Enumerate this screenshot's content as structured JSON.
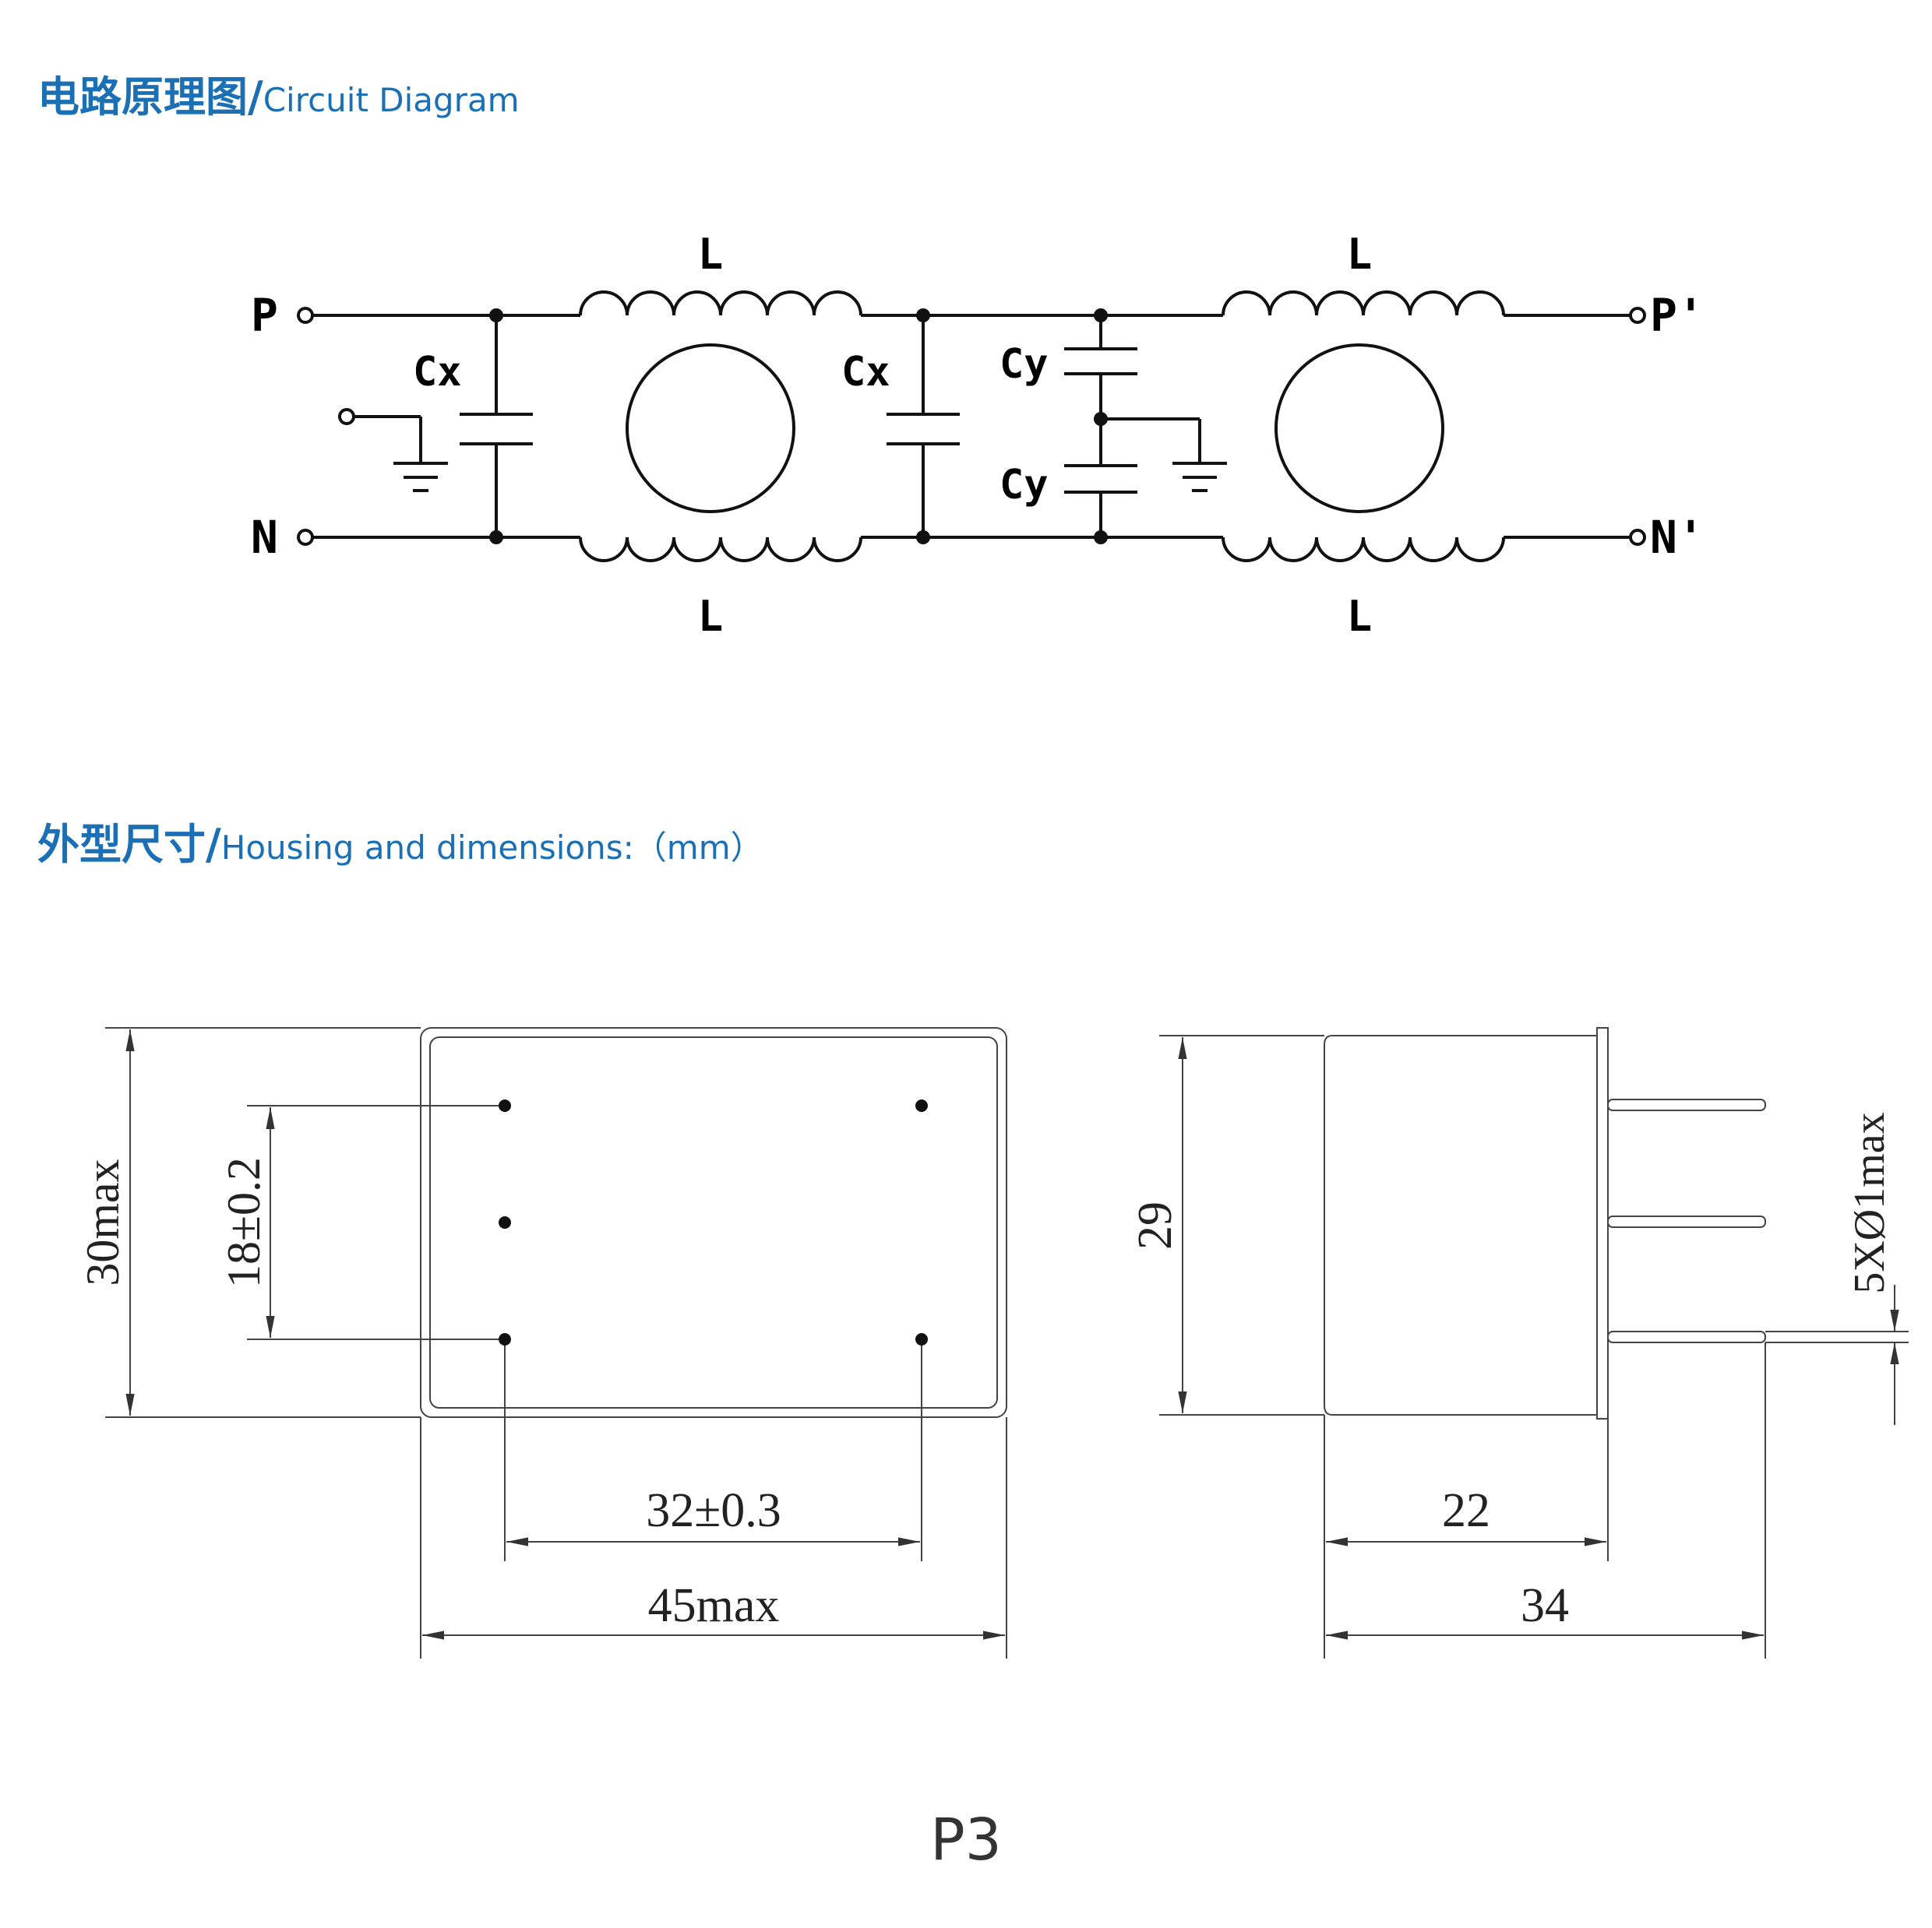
{
  "headings": {
    "circuit_zh": "电路原理图/",
    "circuit_en": "Circuit Diagram",
    "housing_zh": "外型尺寸/",
    "housing_en": "Housing and dimensions:（mm）"
  },
  "circuit": {
    "terminal_p": "P",
    "terminal_n": "N",
    "terminal_p_out": "P'",
    "terminal_n_out": "N'",
    "inductor": "L",
    "cap_x": "Cx",
    "cap_y": "Cy"
  },
  "dimensions": {
    "height_front": "30max",
    "pin_spacing_vertical": "18±0.2",
    "pin_spacing_horizontal": "32±0.3",
    "width_front": "45max",
    "height_side": "29",
    "pins": "5XØ1max",
    "body_depth": "22",
    "overall_depth": "34"
  },
  "page_number": "P3"
}
